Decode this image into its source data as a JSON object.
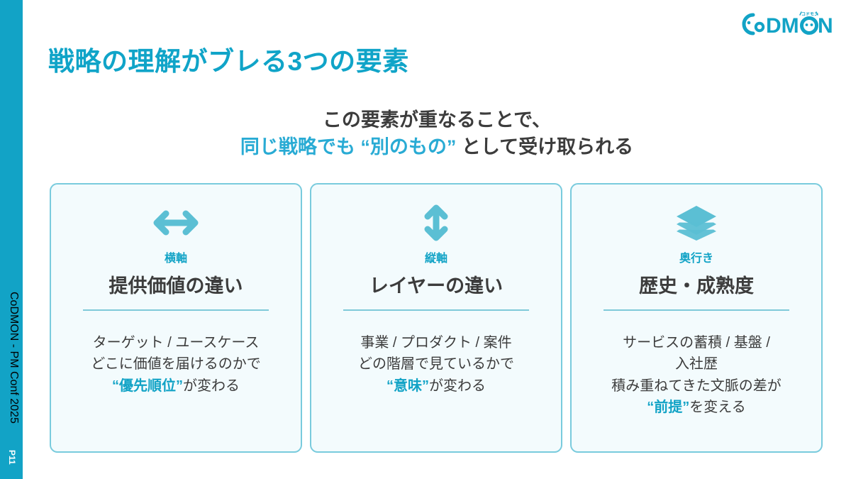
{
  "slide": {
    "title": "戦略の理解がブレる3つの要素",
    "subtitle_line1": "この要素が重なることで、",
    "subtitle_line2_highlight": "同じ戦略でも “別のもの”",
    "subtitle_line2_rest": " として受け取られる"
  },
  "sidebar": {
    "label": "CoDMON - PM Conf 2025",
    "page": "P11",
    "color": "#12A3C6"
  },
  "logo": {
    "wordmark": "CoDMON",
    "furigana": "コドモン",
    "color": "#12A3C6"
  },
  "colors": {
    "accent": "#12A3C6",
    "accent_light": "#5BBFD4",
    "heading": "#10A4C8",
    "text": "#3C3C3C",
    "card_bg": "#F3FBFD",
    "card_border": "#79CBDD",
    "rule": "#7FC9D9"
  },
  "cards": [
    {
      "icon": "horizontal-double-arrow-icon",
      "kicker": "横軸",
      "title": "提供価値の違い",
      "body": [
        {
          "text": "ターゲット / ユースケース",
          "highlight": false
        },
        {
          "text": "どこに価値を届けるのかで",
          "highlight": false
        },
        {
          "pre": "",
          "highlight_text": "“優先順位”",
          "post": "が変わる",
          "highlight": true
        }
      ]
    },
    {
      "icon": "vertical-double-arrow-icon",
      "kicker": "縦軸",
      "title": "レイヤーの違い",
      "body": [
        {
          "text": "事業 / プロダクト / 案件",
          "highlight": false
        },
        {
          "text": "どの階層で見ているかで",
          "highlight": false
        },
        {
          "pre": "",
          "highlight_text": "“意味”",
          "post": "が変わる",
          "highlight": true
        }
      ]
    },
    {
      "icon": "layers-stack-icon",
      "kicker": "奥行き",
      "title": "歴史・成熟度",
      "body": [
        {
          "text": "サービスの蓄積 / 基盤 /",
          "highlight": false
        },
        {
          "text": "入社歴",
          "highlight": false
        },
        {
          "text": "積み重ねてきた文脈の差が",
          "highlight": false
        },
        {
          "pre": "",
          "highlight_text": "“前提”",
          "post": "を変える",
          "highlight": true
        }
      ]
    }
  ]
}
